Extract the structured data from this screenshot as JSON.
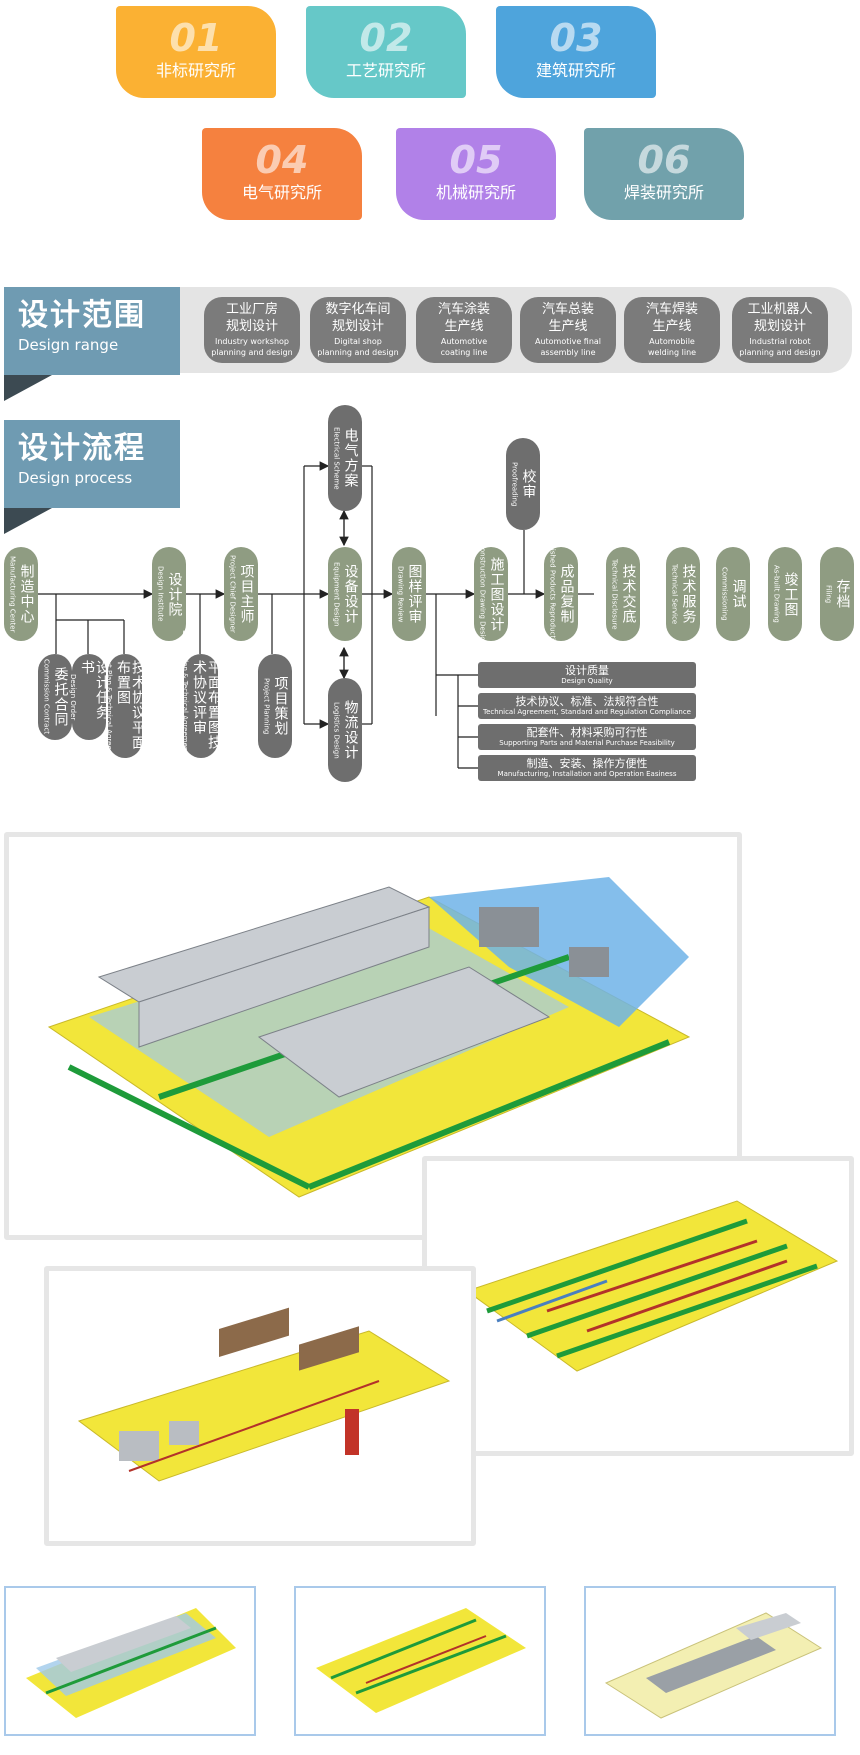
{
  "institutes": [
    {
      "num": "01",
      "label": "非标研究所",
      "color": "#fbb133"
    },
    {
      "num": "02",
      "label": "工艺研究所",
      "color": "#66c8c8"
    },
    {
      "num": "03",
      "label": "建筑研究所",
      "color": "#4ea4dc"
    },
    {
      "num": "04",
      "label": "电气研究所",
      "color": "#f5813f"
    },
    {
      "num": "05",
      "label": "机械研究所",
      "color": "#b181e8"
    },
    {
      "num": "06",
      "label": "焊装研究所",
      "color": "#71a1ab"
    }
  ],
  "design_range": {
    "title_cn": "设计范围",
    "title_en": "Design range",
    "items": [
      {
        "cn1": "工业厂房",
        "cn2": "规划设计",
        "en1": "Industry workshop",
        "en2": "planning and design"
      },
      {
        "cn1": "数字化车间",
        "cn2": "规划设计",
        "en1": "Digital shop",
        "en2": "planning and design"
      },
      {
        "cn1": "汽车涂装",
        "cn2": "生产线",
        "en1": "Automotive",
        "en2": "coating line"
      },
      {
        "cn1": "汽车总装",
        "cn2": "生产线",
        "en1": "Automotive final",
        "en2": "assembly line"
      },
      {
        "cn1": "汽车焊装",
        "cn2": "生产线",
        "en1": "Automobile",
        "en2": "welding line"
      },
      {
        "cn1": "工业机器人",
        "cn2": "规划设计",
        "en1": "Industrial robot",
        "en2": "planning and design"
      }
    ]
  },
  "design_process": {
    "title_cn": "设计流程",
    "title_en": "Design process",
    "main": [
      {
        "cn": "制造中心",
        "en": "Manufacturing Center"
      },
      {
        "cn": "设计院",
        "en": "Design Institute"
      },
      {
        "cn": "项目主师",
        "en": "Project Chief Designer"
      },
      {
        "cn": "设备设计",
        "en": "Equipment Design"
      },
      {
        "cn": "图样评审",
        "en": "Drawing Review"
      },
      {
        "cn": "施工图设计",
        "en": "Construction Drawing Design"
      },
      {
        "cn": "成品复制",
        "en": "Finished Products Reproduction"
      },
      {
        "cn": "技术交底",
        "en": "Technical Disclosure"
      },
      {
        "cn": "技术服务",
        "en": "Technical Service"
      },
      {
        "cn": "调试",
        "en": "Commissioning"
      },
      {
        "cn": "竣工图",
        "en": "As-built Drawing"
      },
      {
        "cn": "存档",
        "en": "Filing"
      }
    ],
    "upper": [
      {
        "cn": "电气方案",
        "en": "Electrical Scheme"
      },
      {
        "cn": "校审",
        "en": "Proofreading"
      }
    ],
    "lower": [
      {
        "cn": "委托合同",
        "en": "Commission Contract"
      },
      {
        "cn": "设计任务书",
        "en": "Design Order"
      },
      {
        "cn": "技术协议平面布置图",
        "en": "Layout Plan & Technical Agreement"
      },
      {
        "cn": "平面布置图技术协议评审",
        "en": "Layout Plan & Technical Agreement Review"
      },
      {
        "cn": "项目策划",
        "en": "Project Planning"
      },
      {
        "cn": "物流设计",
        "en": "Logistics Design"
      }
    ],
    "quality": [
      {
        "cn": "设计质量",
        "en": "Design Quality"
      },
      {
        "cn": "技术协议、标准、法规符合性",
        "en": "Technical Agreement, Standard and Regulation Compliance"
      },
      {
        "cn": "配套件、材料采购可行性",
        "en": "Supporting Parts and Material Purchase Feasibility"
      },
      {
        "cn": "制造、安装、操作方便性",
        "en": "Manufacturing, Installation and Operation Easiness"
      }
    ]
  }
}
